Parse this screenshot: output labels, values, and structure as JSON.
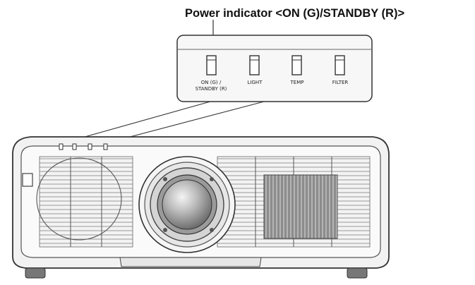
{
  "title": "Power indicator <ON (G)/STANDBY (R)>",
  "indicators": [
    {
      "label": "ON (G) /",
      "label2": "STANDBY (R)"
    },
    {
      "label": "LIGHT",
      "label2": ""
    },
    {
      "label": "TEMP",
      "label2": ""
    },
    {
      "label": "FILTER",
      "label2": ""
    }
  ],
  "colors": {
    "line": "#333333",
    "body": "#f2f2f2",
    "panel": "#f7f7f7",
    "lens": "#bdbdbd"
  }
}
